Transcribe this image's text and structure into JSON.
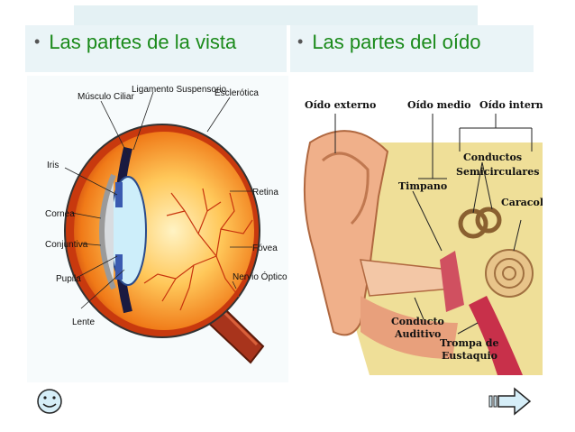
{
  "slide": {
    "left_heading": "Las partes de la vista",
    "right_heading": "Las partes del oído"
  },
  "eye_labels": {
    "musculo": "Músculo Ciliar",
    "ligamento": "Ligamento Suspensorio",
    "esclerotica": "Esclerótica",
    "iris": "Iris",
    "cornea": "Cornea",
    "conjuntiva": "Conjuntiva",
    "pupila": "Pupila",
    "lente": "Lente",
    "retina": "Retina",
    "fovea": "Fóvea",
    "nervio": "Nervio Óptico"
  },
  "ear_labels": {
    "externo": "Oído externo",
    "medio": "Oído medio",
    "interno": "Oído interno",
    "conductos_1": "Conductos",
    "conductos_2": "Semicirculares",
    "timpano": "Timpano",
    "caracol": "Caracol",
    "conducto_1": "Conducto",
    "conducto_2": "Auditivo",
    "trompa_1": "Trompa de",
    "trompa_2": "Eustaquio"
  },
  "nav": {
    "home_icon": "smiley-face-icon",
    "next_icon": "right-arrow-icon"
  }
}
